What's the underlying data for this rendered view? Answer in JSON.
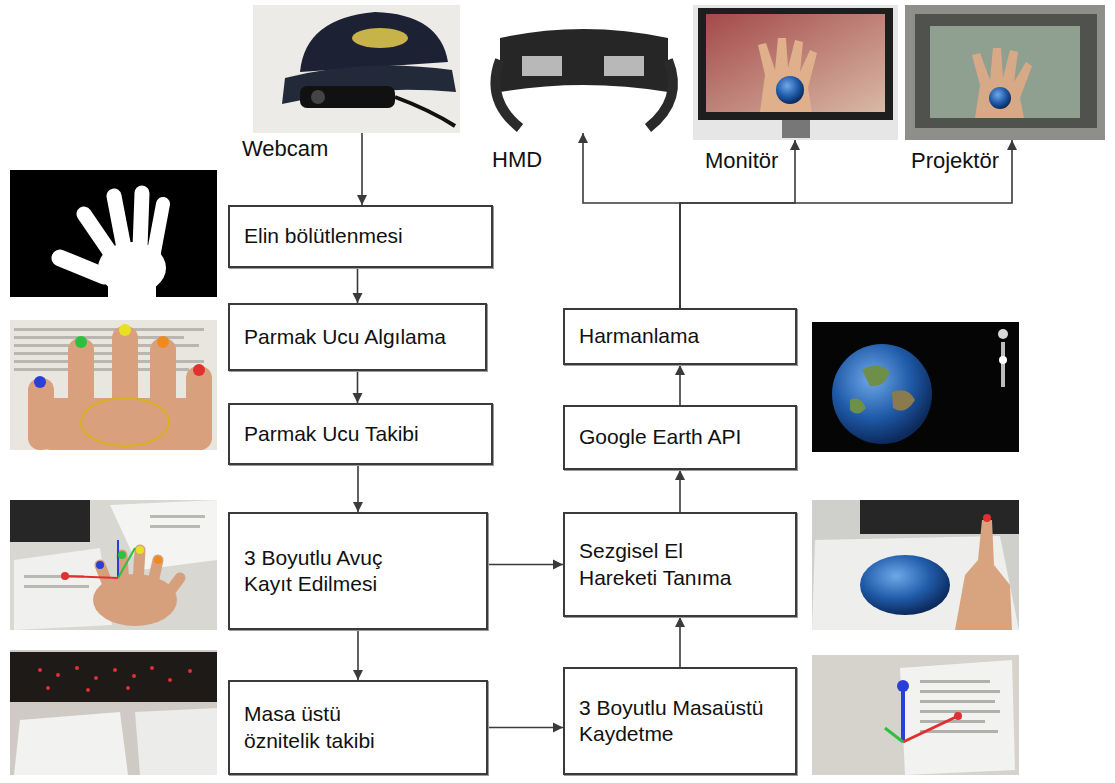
{
  "diagram": {
    "nodes": [
      {
        "text": [
          "Webcam"
        ]
      },
      {
        "text": [
          "HMD"
        ]
      },
      {
        "text": [
          "Monitör"
        ]
      },
      {
        "text": [
          "Projektör"
        ]
      },
      {
        "text": [
          "Elin bölütlenmesi"
        ]
      },
      {
        "text": [
          "Parmak Ucu Algılama"
        ]
      },
      {
        "text": [
          "Parmak Ucu Takibi"
        ]
      },
      {
        "text": [
          "3 Boyutlu Avuç Kayıt Edilmesi"
        ]
      },
      {
        "text": [
          "Masa üstü öznitelik takibi"
        ]
      },
      {
        "text": [
          "Harmanlama"
        ]
      },
      {
        "text": [
          "Google Earth API"
        ]
      },
      {
        "text": [
          "Sezgisel El Hareketi Tanıma"
        ]
      },
      {
        "text": [
          "3 Boyutlu Masaüstü Kaydetme"
        ]
      }
    ],
    "edges": [
      {
        "from": 0,
        "to": 4,
        "arrow": "to"
      },
      {
        "from": 4,
        "to": 5,
        "arrow": "to"
      },
      {
        "from": 5,
        "to": 6,
        "arrow": "to"
      },
      {
        "from": 6,
        "to": 7,
        "arrow": "to"
      },
      {
        "from": 7,
        "to": 8,
        "arrow": "to"
      },
      {
        "from": 7,
        "to": 11,
        "arrow": "to"
      },
      {
        "from": 8,
        "to": 12,
        "arrow": "to"
      },
      {
        "from": 12,
        "to": 11,
        "arrow": "to"
      },
      {
        "from": 11,
        "to": 10,
        "arrow": "to"
      },
      {
        "from": 10,
        "to": 9,
        "arrow": "to"
      },
      {
        "from": 9,
        "to": 1,
        "arrow": "to"
      },
      {
        "from": 9,
        "to": 2,
        "arrow": "to"
      },
      {
        "from": 9,
        "to": 3,
        "arrow": "to"
      }
    ]
  }
}
